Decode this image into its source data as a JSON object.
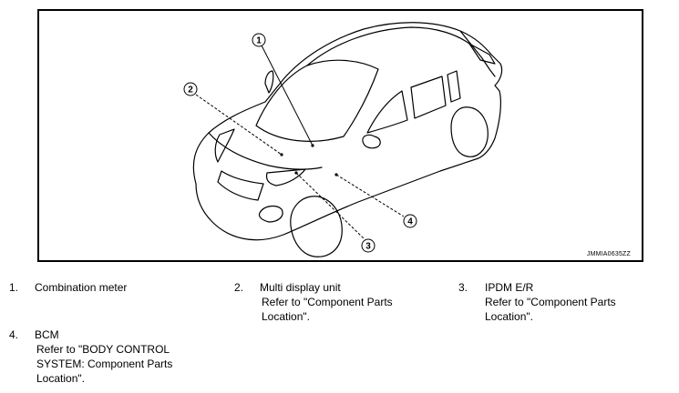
{
  "figure": {
    "callouts": [
      "1",
      "2",
      "3",
      "4"
    ],
    "image_code": "JMMIA0635ZZ"
  },
  "legend": [
    {
      "num": "1.",
      "title": "Combination meter",
      "lines": []
    },
    {
      "num": "2.",
      "title": "Multi display unit",
      "lines": [
        "Refer to \"Component Parts",
        "Location\"."
      ]
    },
    {
      "num": "3.",
      "title": "IPDM E/R",
      "lines": [
        "Refer to \"Component Parts",
        "Location\"."
      ]
    },
    {
      "num": "4.",
      "title": "BCM",
      "lines": [
        "Refer to \"BODY CONTROL",
        "SYSTEM: Component Parts",
        "Location\"."
      ]
    }
  ]
}
